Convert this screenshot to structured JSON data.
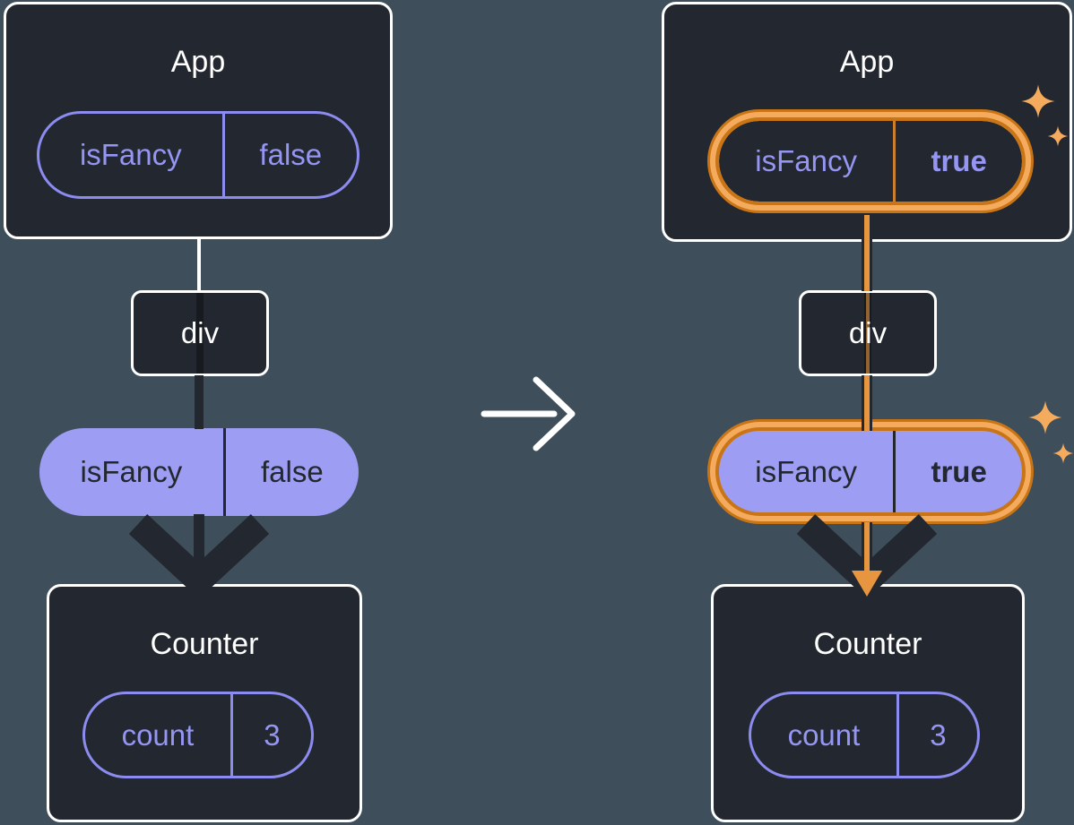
{
  "colors": {
    "background": "#3E4F5B",
    "card_background": "#23272F",
    "card_border": "#FFFFFF",
    "purple_outline": "#8C8CF0",
    "purple_text": "#9595F2",
    "purple_fill": "#9D9DF4",
    "dark_ink": "#23272F",
    "highlight_orange_dark": "#C97516",
    "highlight_orange_light": "#F5AB5E",
    "flow_orange": "#E8953F",
    "white": "#FFFFFF"
  },
  "before": {
    "app": {
      "title": "App",
      "prop": {
        "name": "isFancy",
        "value": "false"
      }
    },
    "div_node": {
      "label": "div"
    },
    "passed_prop": {
      "name": "isFancy",
      "value": "false"
    },
    "counter": {
      "title": "Counter",
      "state": {
        "name": "count",
        "value": "3"
      }
    }
  },
  "after": {
    "app": {
      "title": "App",
      "prop": {
        "name": "isFancy",
        "value": "true"
      }
    },
    "div_node": {
      "label": "div"
    },
    "passed_prop": {
      "name": "isFancy",
      "value": "true"
    },
    "counter": {
      "title": "Counter",
      "state": {
        "name": "count",
        "value": "3"
      }
    }
  },
  "icons": {
    "transition": "right-arrow-icon",
    "flow": "down-arrow-icon",
    "highlight": "sparkle-icon"
  }
}
